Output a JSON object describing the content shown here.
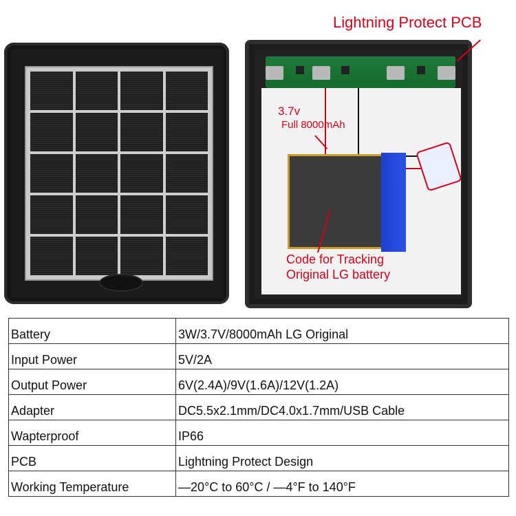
{
  "annotations": {
    "lightning_protect": "Lightning Protect PCB",
    "voltage": "3.7v",
    "capacity": "Full 8000mAh",
    "code_line1": "Code for Tracking",
    "code_line2": "Original LG battery"
  },
  "colors": {
    "annotation_red": "#d0021b",
    "table_border": "#333333"
  },
  "specs": [
    {
      "label": "Battery",
      "value": "3W/3.7V/8000mAh LG Original"
    },
    {
      "label": "Input Power",
      "value": "5V/2A"
    },
    {
      "label": "Output Power",
      "value": "6V(2.4A)/9V(1.6A)/12V(1.2A)"
    },
    {
      "label": "Adapter",
      "value": "DC5.5x2.1mm/DC4.0x1.7mm/USB Cable"
    },
    {
      "label": "Wapterproof",
      "value": "IP66"
    },
    {
      "label": "PCB",
      "value": "Lightning Protect Design"
    },
    {
      "label": "Working Temperature",
      "value": "—20°C to 60°C / —4°F to 140°F"
    }
  ]
}
